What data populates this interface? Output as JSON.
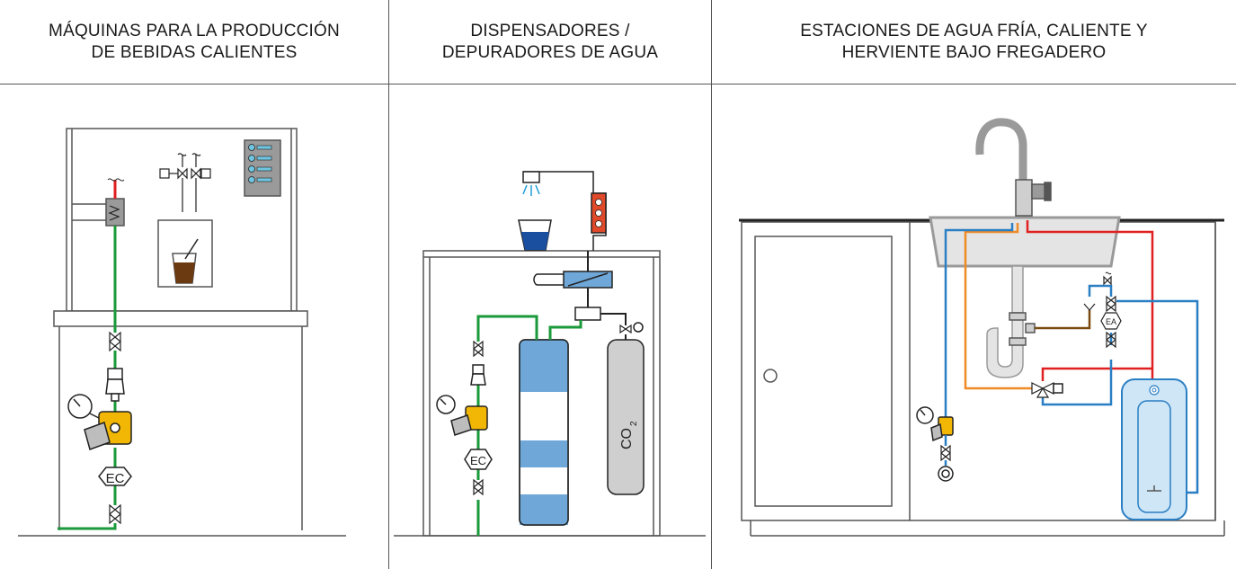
{
  "headers": [
    {
      "line1": "MÁQUINAS PARA LA PRODUCCIÓN",
      "line2": "DE BEBIDAS CALIENTES"
    },
    {
      "line1": "DISPENSADORES /",
      "line2": "DEPURADORES DE AGUA"
    },
    {
      "line1": "ESTACIONES DE AGUA FRÍA, CALIENTE Y",
      "line2": "HERVIENTE BAJO FREGADERO"
    }
  ],
  "labels": {
    "ec": "EC",
    "ea": "EA",
    "co2": "CO",
    "co2_sub": "2"
  },
  "colors": {
    "green_pipe": "#1a9a3a",
    "red_pipe": "#e02020",
    "blue_pipe": "#2a7fc4",
    "orange_pipe": "#f08a24",
    "brown_pipe": "#7a4a10",
    "filter_blue": "#6fa8d8",
    "valve_yellow": "#f2b705",
    "counter_grey": "#9a9a9a",
    "boiler_fill": "#cfe6f6"
  }
}
